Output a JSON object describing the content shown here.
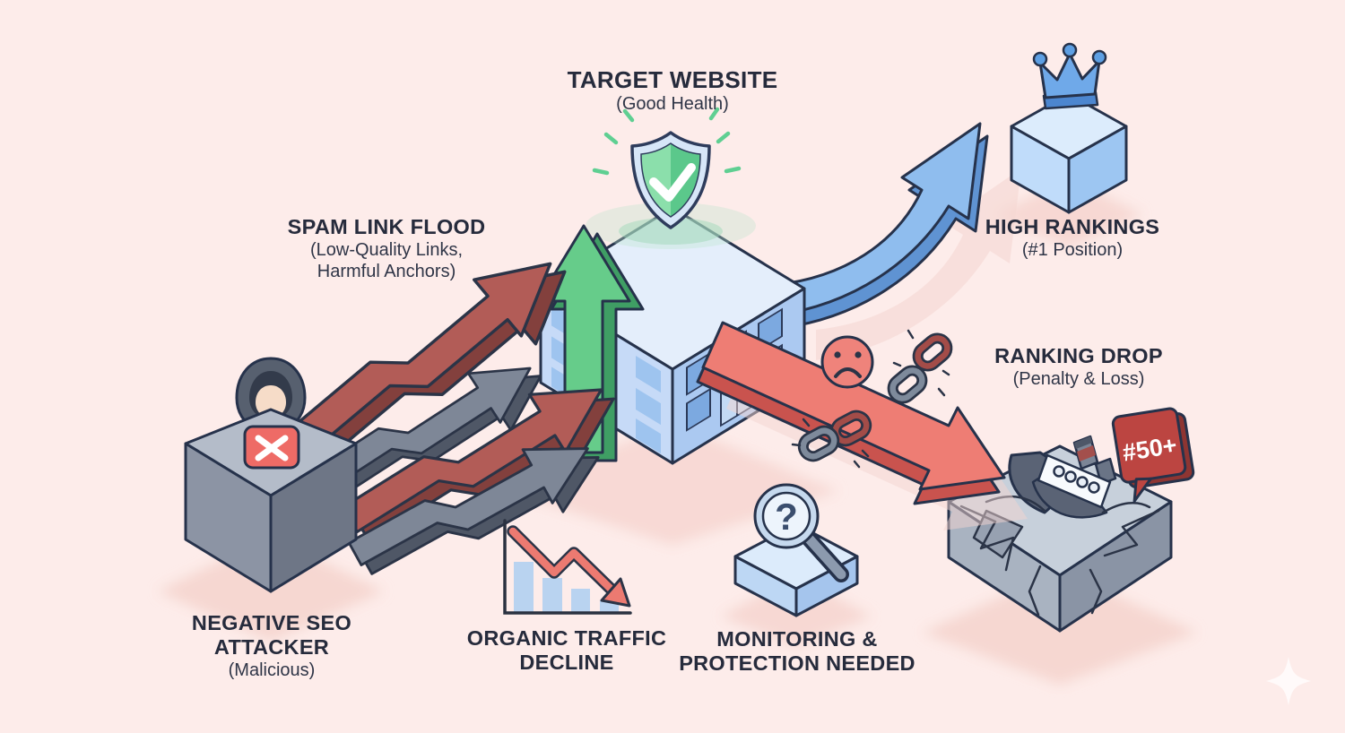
{
  "background_color": "#fdecea",
  "title_color": "#262b3c",
  "labels": {
    "target_website": {
      "title": "TARGET WEBSITE",
      "subtitle": "(Good Health)"
    },
    "spam_link_flood": {
      "title": "SPAM LINK FLOOD",
      "subtitle_line1": "(Low-Quality Links,",
      "subtitle_line2": "Harmful Anchors)"
    },
    "high_rankings": {
      "title": "HIGH RANKINGS",
      "subtitle": "(#1 Position)"
    },
    "ranking_drop": {
      "title": "RANKING DROP",
      "subtitle": "(Penalty & Loss)"
    },
    "negative_seo_attacker": {
      "title_line1": "NEGATIVE SEO",
      "title_line2": "ATTACKER",
      "subtitle": "(Malicious)"
    },
    "organic_traffic_decline": {
      "title_line1": "ORGANIC TRAFFIC",
      "title_line2": "DECLINE"
    },
    "monitoring_protection": {
      "title_line1": "MONITORING &",
      "title_line2": "PROTECTION NEEDED"
    }
  },
  "badges": {
    "ranking_position": "#50+"
  },
  "icons": {
    "question_glyph": "?",
    "names": [
      "shield-check-icon",
      "crown-icon",
      "hooded-attacker-icon",
      "x-badge-icon",
      "sad-face-icon",
      "broken-chain-icon",
      "magnifier-question-icon",
      "sinking-ship-icon",
      "growth-arrow-icon",
      "decline-chart-icon",
      "sparkle-icon"
    ]
  },
  "colors": {
    "spam_arrow_red": "#b25c57",
    "spam_arrow_gray": "#7e8797",
    "growth_green": "#66cc8a",
    "rise_arrow_blue": "#8fbdee",
    "building_blue": "#c6daf7",
    "penalty_red": "#ee7d74",
    "badge_red": "#bc4541",
    "shield_green": "#5bc88b",
    "cube_gray": "#b4bcc9"
  }
}
